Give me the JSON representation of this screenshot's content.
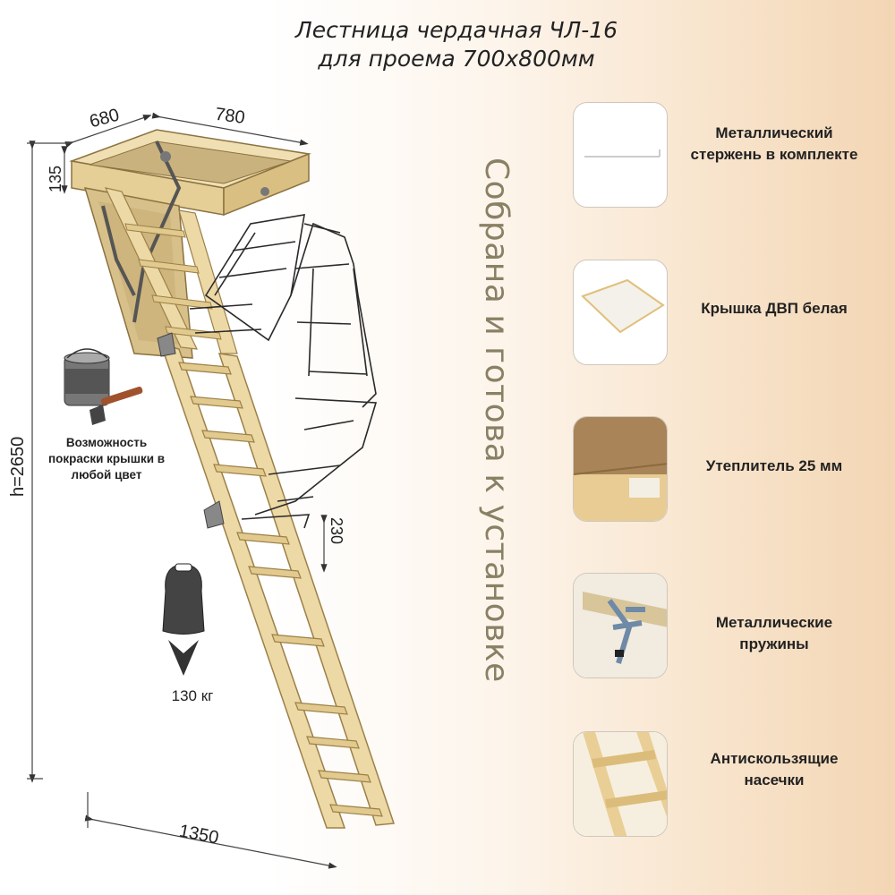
{
  "title": {
    "line1": "Лестница чердачная  ЧЛ-16",
    "line2": "для проема 700х800мм"
  },
  "tagline": "Собрана и готова к установке",
  "dimensions": {
    "width": "680",
    "length": "780",
    "frame_height": "135",
    "total_height": "h=2650",
    "step_width": "230",
    "floor_span": "1350"
  },
  "paint_note": "Возможность покраски крышки в любой цвет",
  "max_load": "130 кг",
  "features": [
    {
      "icon": "metal-rod-icon",
      "label": "Металлический стержень в комплекте"
    },
    {
      "icon": "hatch-cover-icon",
      "label": "Крышка ДВП белая"
    },
    {
      "icon": "insulation-icon",
      "label": "Утеплитель 25 мм"
    },
    {
      "icon": "spring-icon",
      "label": "Металлические пружины"
    },
    {
      "icon": "anti-slip-steps-icon",
      "label": "Антискользящие насечки"
    }
  ],
  "colors": {
    "wood": "#e8d4a0",
    "wood_dark": "#b89a5e",
    "metal": "#3a3a3a",
    "tagline": "#8a8064"
  }
}
